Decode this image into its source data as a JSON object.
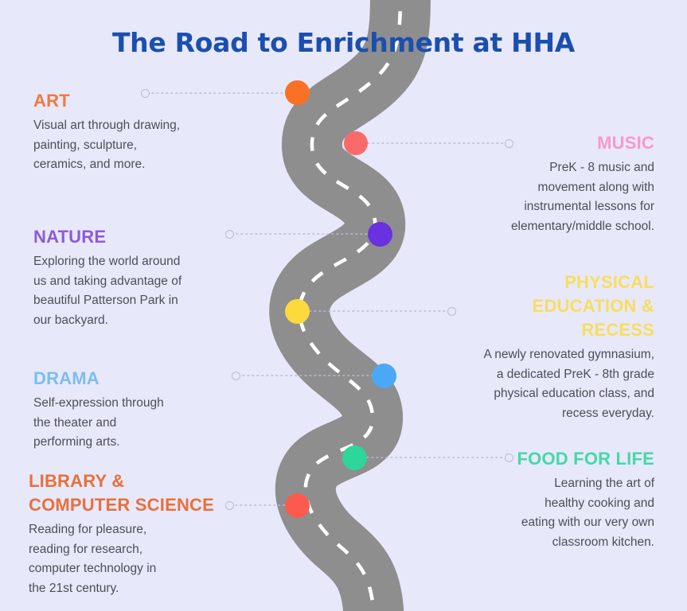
{
  "page": {
    "title": "The Road to Enrichment at HHA",
    "background_color": "#e8e8fb",
    "title_color": "#1b4faf",
    "road_color": "#8e8e8e",
    "road_centerline_color": "#ffffff",
    "body_text_color": "#4b4f57",
    "leader_line_color": "#b9bcd2"
  },
  "sections": [
    {
      "id": "art",
      "heading": "ART",
      "body": "Visual art through drawing,\npainting, sculpture,\nceramics, and more.",
      "color": "#f0793f",
      "side": "left",
      "dot_color": "#fa7024"
    },
    {
      "id": "music",
      "heading": "MUSIC",
      "body": "PreK - 8 music and\nmovement along with\ninstrumental lessons for\nelementary/middle school.",
      "color": "#f79ac8",
      "side": "right",
      "dot_color": "#fb6a6a"
    },
    {
      "id": "nature",
      "heading": "NATURE",
      "body": "Exploring the world around\nus and taking advantage of\nbeautiful Patterson Park in\nour backyard.",
      "color": "#8b5cd6",
      "side": "left",
      "dot_color": "#6931e0"
    },
    {
      "id": "physical-education",
      "heading": "PHYSICAL\nEDUCATION &\nRECESS",
      "body": "A newly renovated gymnasium,\na dedicated PreK - 8th grade\nphysical education class, and\nrecess everyday.",
      "color": "#f7de5e",
      "side": "right",
      "dot_color": "#fcd93c"
    },
    {
      "id": "drama",
      "heading": "DRAMA",
      "body": "Self-expression through\nthe theater and\nperforming arts.",
      "color": "#7bbef0",
      "side": "left",
      "dot_color": "#4aa8f7"
    },
    {
      "id": "food-for-life",
      "heading": "FOOD FOR LIFE",
      "body": "Learning the art of\nhealthy cooking and\neating with our very own\nclassroom kitchen.",
      "color": "#44d9a6",
      "side": "right",
      "dot_color": "#2ed69b"
    },
    {
      "id": "library-computer-science",
      "heading": "LIBRARY &\nCOMPUTER SCIENCE",
      "body": "Reading for pleasure,\nreading for research,\ncomputer technology in\nthe 21st century.",
      "color": "#e8703a",
      "side": "left",
      "dot_color": "#fb5b4e"
    }
  ]
}
